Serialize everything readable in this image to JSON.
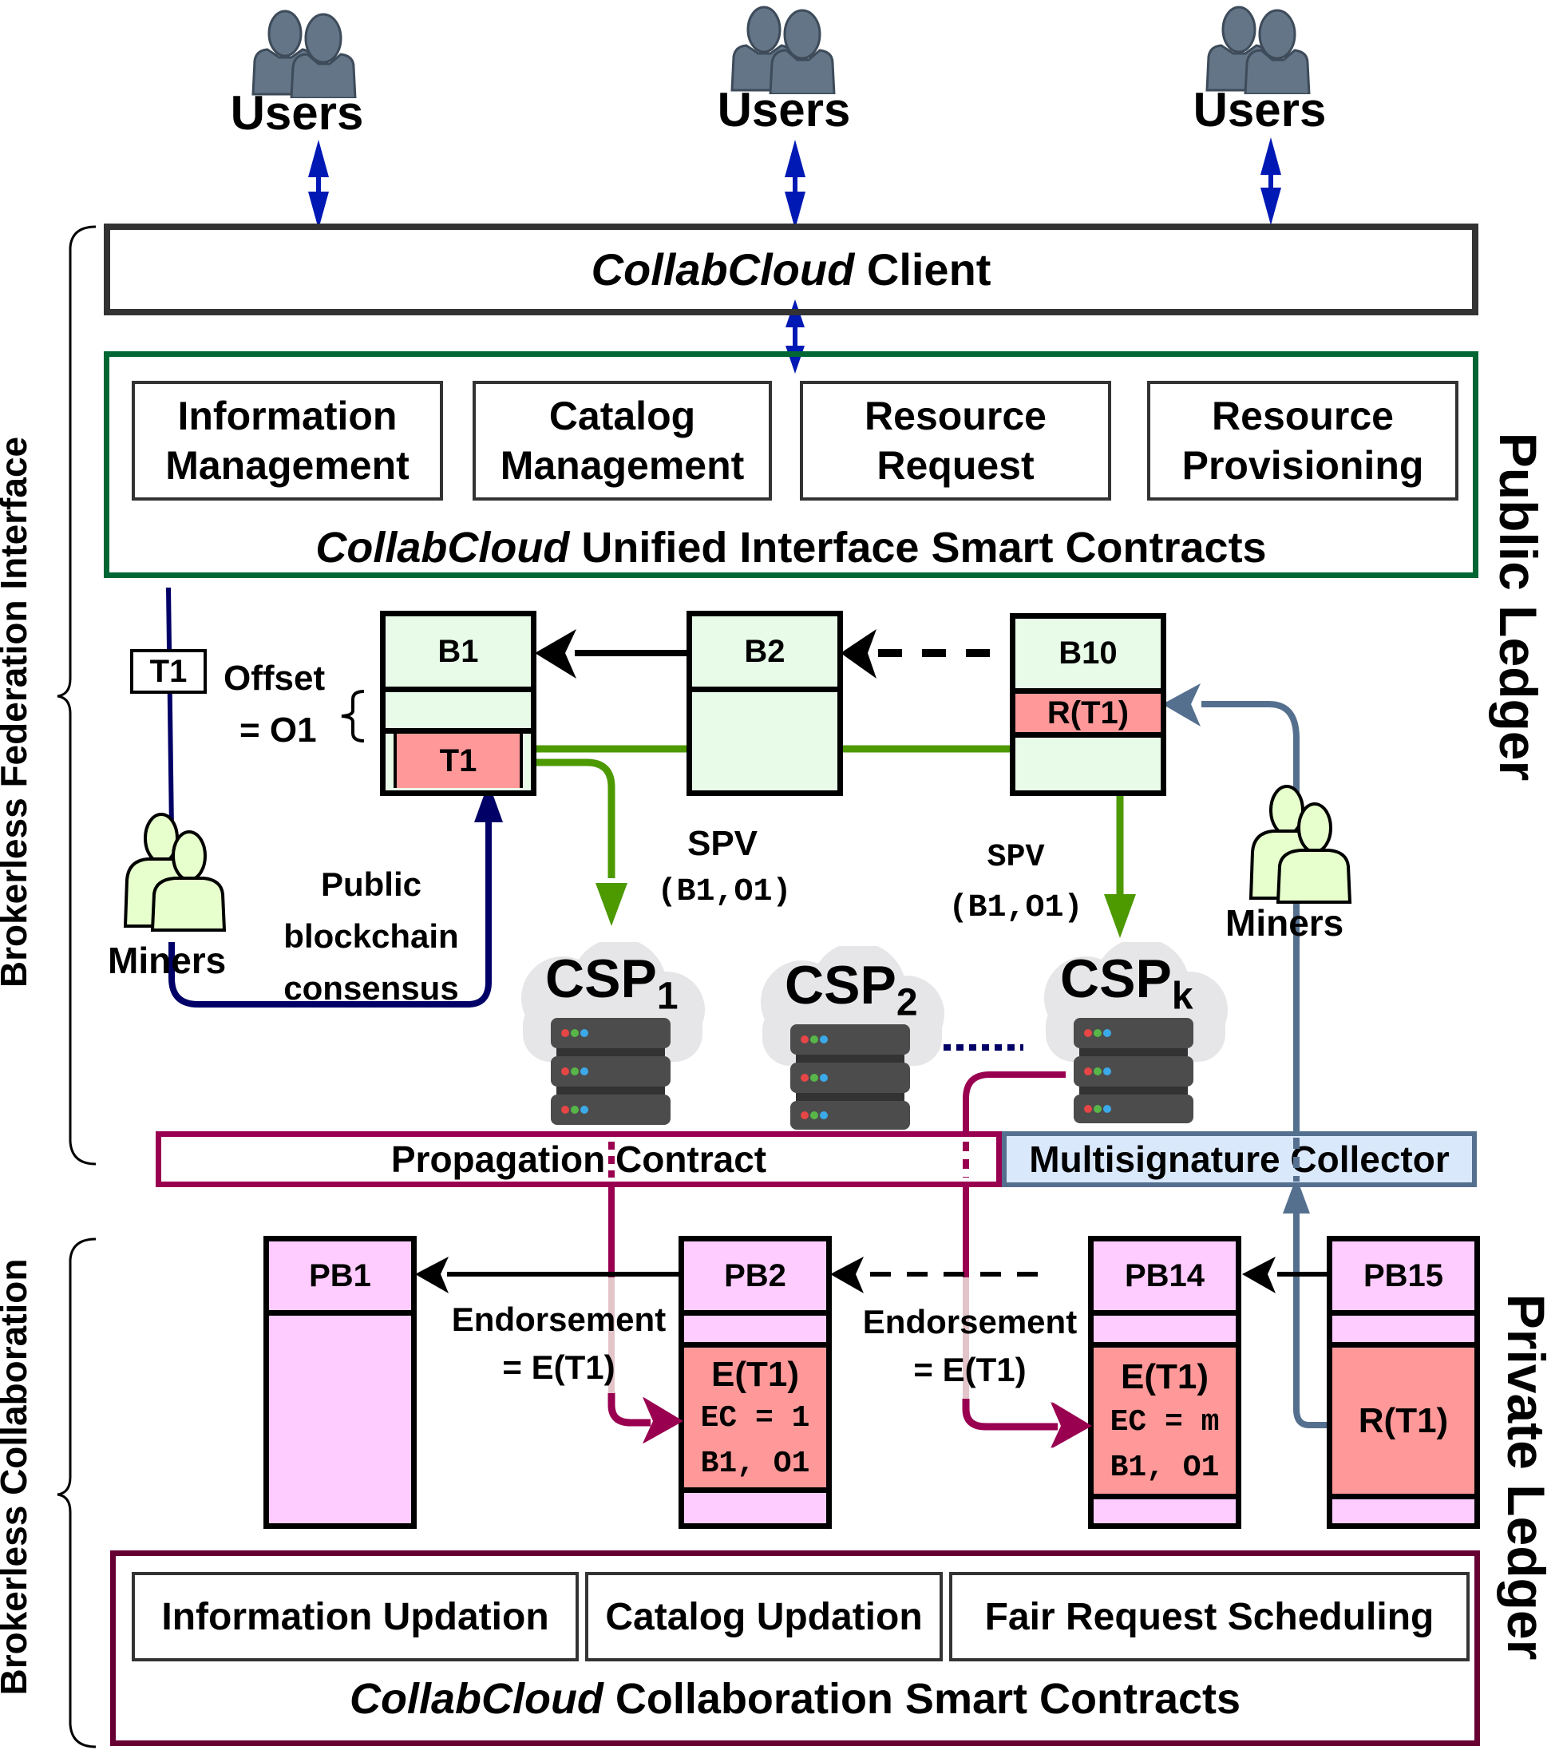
{
  "users": [
    {
      "label": "Users",
      "icon": "users-icon"
    },
    {
      "label": "Users",
      "icon": "users-icon"
    },
    {
      "label": "Users",
      "icon": "users-icon"
    }
  ],
  "client": {
    "italic": "CollabCloud",
    "rest": " Client"
  },
  "public_contracts": {
    "modules": [
      {
        "line1": "Information",
        "line2": "Management"
      },
      {
        "line1": "Catalog",
        "line2": "Management"
      },
      {
        "line1": "Resource",
        "line2": "Request"
      },
      {
        "line1": "Resource",
        "line2": "Provisioning"
      }
    ],
    "title_italic": "CollabCloud",
    "title_rest": " Unified Interface Smart Contracts"
  },
  "side_labels": {
    "left_top": "Brokerless Federation Interface",
    "left_bottom": "Brokerless Collaboration",
    "right_top": "Public Ledger",
    "right_bottom": "Private Ledger"
  },
  "public_chain": {
    "tx_tag": "T1",
    "offset_line1": "Offset",
    "offset_line2": "= O1",
    "blocks": [
      {
        "name": "B1",
        "tx": "T1"
      },
      {
        "name": "B2"
      },
      {
        "name": "B10",
        "tx": "R(T1)"
      }
    ],
    "miners_left": "Miners",
    "miners_right": "Miners",
    "consensus": [
      "Public",
      "blockchain",
      "consensus"
    ],
    "spv1": {
      "line1": "SPV",
      "line2": "(B1,O1)"
    },
    "spv2": {
      "line1": "SPV",
      "line2": "(B1,O1)"
    }
  },
  "csps": [
    {
      "base": "CSP",
      "sub": "1"
    },
    {
      "base": "CSP",
      "sub": "2"
    },
    {
      "base": "CSP",
      "sub": "k"
    }
  ],
  "propagation_contract": "Propagation Contract",
  "multisig_collector": "Multisignature Collector",
  "private_chain": {
    "blocks": [
      {
        "name": "PB1"
      },
      {
        "name": "PB2",
        "entry": "E(T1)",
        "ec": "EC = 1",
        "ref": "B1, O1"
      },
      {
        "name": "PB14",
        "entry": "E(T1)",
        "ec": "EC = m",
        "ref": "B1, O1"
      },
      {
        "name": "PB15",
        "entry": "R(T1)"
      }
    ],
    "endorsement1": {
      "line1": "Endorsement",
      "line2": "= E(T1)"
    },
    "endorsement2": {
      "line1": "Endorsement",
      "line2": "= E(T1)"
    }
  },
  "private_contracts": {
    "modules": [
      "Information Updation",
      "Catalog Updation",
      "Fair Request Scheduling"
    ],
    "title_italic": "CollabCloud",
    "title_rest": " Collaboration Smart Contracts"
  },
  "colors": {
    "user_blue": "#0019b5",
    "user_icon": "#647587",
    "green_border": "#006633",
    "block_green": "#e8fbe8",
    "tx_red": "#ff9999",
    "private_pink": "#ffccff",
    "navy": "#000066",
    "spv_green": "#4d9900",
    "maroon": "#990050",
    "steel_blue": "#55708f",
    "multisig_fill": "#dae8fc",
    "miner_fill": "#e6ffcc",
    "collab_border": "#660033"
  }
}
